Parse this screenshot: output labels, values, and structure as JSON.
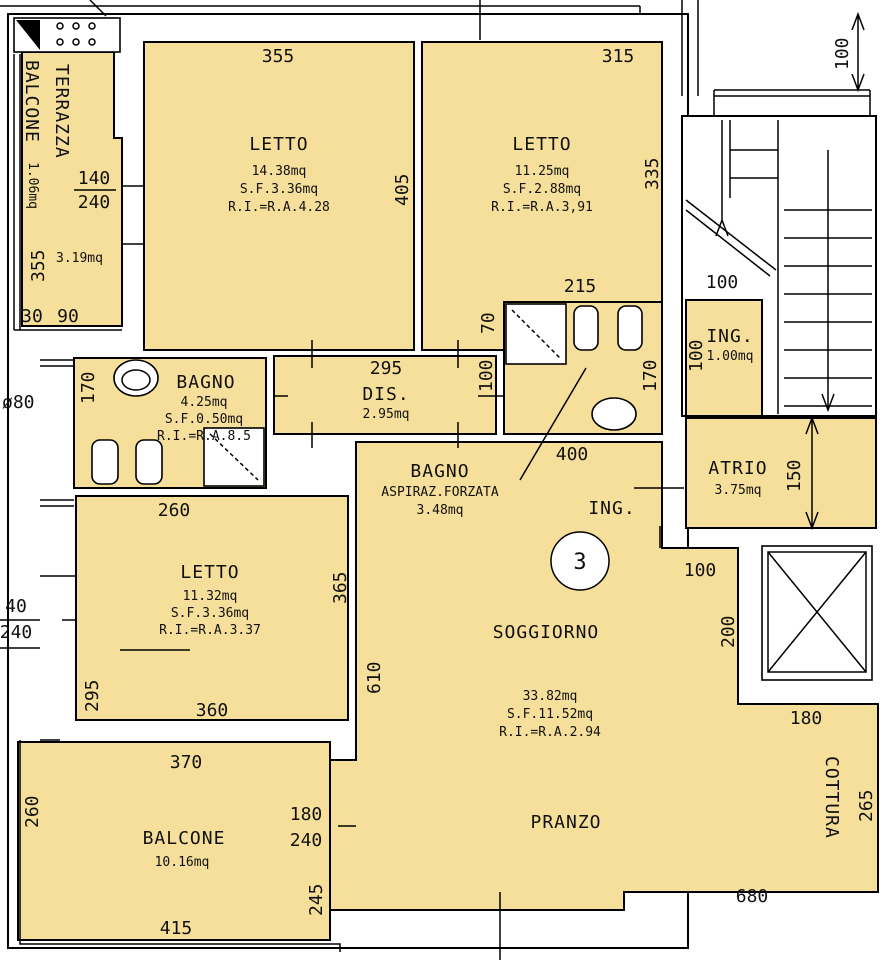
{
  "rooms": {
    "terrazza": {
      "name": "TERRAZZA",
      "area": "3.19mq"
    },
    "balcone_top": {
      "name": "BALCONE",
      "area": "1.06mq"
    },
    "letto_1": {
      "name": "LETTO",
      "area": "14.38mq",
      "sf": "S.F.3.36mq",
      "ri": "R.I.=R.A.4.28"
    },
    "letto_2": {
      "name": "LETTO",
      "area": "11.25mq",
      "sf": "S.F.2.88mq",
      "ri": "R.I.=R.A.3,91"
    },
    "bagno_1": {
      "name": "BAGNO",
      "area": "4.25mq",
      "sf": "S.F.0.50mq",
      "ri": "R.I.=R.A.8.5"
    },
    "dis": {
      "name": "DIS.",
      "area": "2.95mq"
    },
    "bagno_2": {
      "name": "BAGNO",
      "note": "ASPIRAZ.FORZATA",
      "area": "3.48mq"
    },
    "ing_stair": {
      "name": "ING.",
      "area": "1.00mq"
    },
    "atrio": {
      "name": "ATRIO",
      "area": "3.75mq"
    },
    "letto_3": {
      "name": "LETTO",
      "area": "11.32mq",
      "sf": "S.F.3.36mq",
      "ri": "R.I.=R.A.3.37"
    },
    "soggiorno": {
      "name": "SOGGIORNO",
      "area": "33.82mq",
      "sf": "S.F.11.52mq",
      "ri": "R.I.=R.A.2.94",
      "ing": "ING.",
      "pranzo": "PRANZO",
      "cottura": "COTTURA"
    },
    "balcone_bottom": {
      "name": "BALCONE",
      "area": "10.16mq"
    }
  },
  "unit_number": "3",
  "pipe_label": "ø80",
  "dimensions": {
    "d355": "355",
    "d315": "315",
    "d405": "405",
    "d335": "335",
    "d140a": "140",
    "d240a": "240",
    "d355v": "355",
    "d30": "30",
    "d90": "90",
    "d215": "215",
    "d70": "70",
    "d100a": "100",
    "d170a": "170",
    "d295": "295",
    "d170b": "170",
    "d400": "400",
    "d100b": "100",
    "d100c": "100",
    "d150": "150",
    "d100top": "100",
    "d260a": "260",
    "d365": "365",
    "d140b": "40",
    "d240b": "240",
    "d295b": "295",
    "d360": "360",
    "d610": "610",
    "d100d": "100",
    "d200": "200",
    "d180a": "180",
    "d370": "370",
    "d260b": "260",
    "d180b": "180",
    "d240c": "240",
    "d265": "265",
    "d245": "245",
    "d415": "415",
    "d680": "680"
  }
}
